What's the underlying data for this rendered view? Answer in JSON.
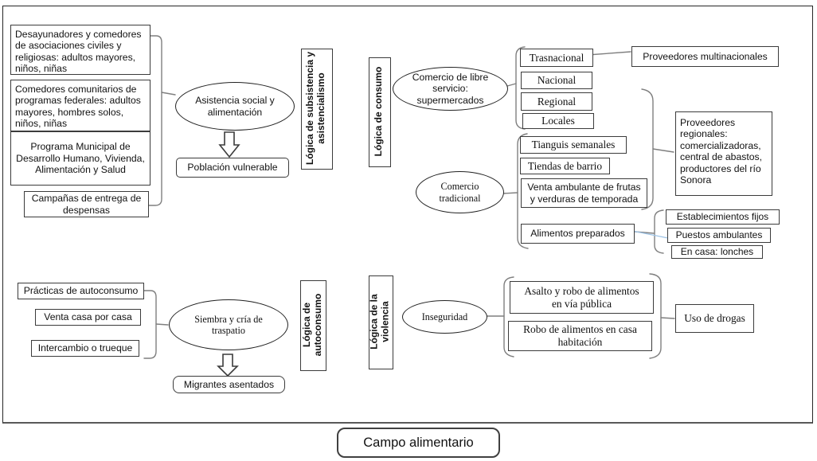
{
  "title": "Campo alimentario",
  "colors": {
    "box_border": "#3b3b3b",
    "connector_gray": "#7f7f7f",
    "connector_blue": "#9dc3e6"
  },
  "assistance": {
    "logic_label": "Lógica de subsistencia y asistencialismo",
    "feeders": [
      "Desayunadores y comedores de asociaciones civiles y religiosas: adultos mayores, niños, niñas",
      "Comedores comunitarios de programas federales: adultos mayores, hombres solos, niños, niñas",
      "Programa Municipal de Desarrollo Humano, Vivienda, Alimentación y Salud",
      "Campañas de entrega de despensas"
    ],
    "ellipse": "Asistencia social y alimentación",
    "result": "Población vulnerable"
  },
  "consumption": {
    "logic_label": "Lógica de consumo",
    "supermarkets": {
      "ellipse": "Comercio de libre servicio: supermercados",
      "scales": [
        "Trasnacional",
        "Nacional",
        "Regional",
        "Locales"
      ],
      "provider": "Proveedores multinacionales"
    },
    "traditional": {
      "ellipse": "Comercio tradicional",
      "channels": [
        "Tianguis semanales",
        "Tiendas de barrio",
        "Venta ambulante de frutas y verduras de temporada",
        "Alimentos preparados"
      ],
      "provider": "Proveedores regionales: comercializadoras, central de abastos, productores del río Sonora",
      "prepared_places": [
        "Establecimientos fijos",
        "Puestos ambulantes",
        "En casa: lonches"
      ]
    }
  },
  "self_consumption": {
    "logic_label": "Lógica de autoconsumo",
    "practices": [
      "Prácticas de autoconsumo",
      "Venta casa por casa",
      "Intercambio o trueque"
    ],
    "ellipse": "Siembra y cría de traspatio",
    "result": "Migrantes asentados"
  },
  "violence": {
    "logic_label": "Lógica de la violencia",
    "ellipse": "Inseguridad",
    "crimes": [
      "Asalto y robo de alimentos en vía pública",
      "Robo de alimentos en casa habitación"
    ],
    "consequence": "Uso de drogas"
  }
}
